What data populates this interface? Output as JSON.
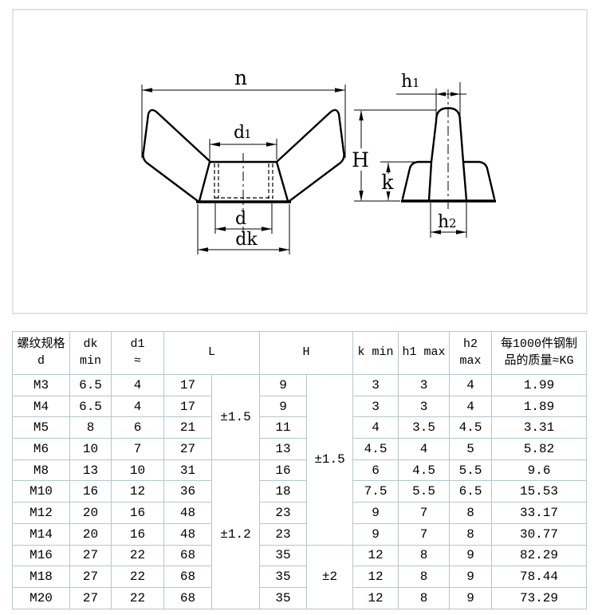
{
  "diagram": {
    "border_color": "#c9c9c9",
    "line_color": "#000000",
    "front_view": {
      "labels": {
        "n": "n",
        "d1_base": "d",
        "d1_sub": "1",
        "d": "d",
        "dk": "dk"
      }
    },
    "side_view": {
      "labels": {
        "H": "H",
        "k": "k",
        "h1_base": "h",
        "h1_sub": "1",
        "h2_base": "h",
        "h2_sub": "2"
      }
    }
  },
  "table": {
    "border_color": "#b4c6d2",
    "text_color": "#000000",
    "headers": {
      "thread_spec": "螺纹规格\nd",
      "dk_min": "dk\nmin",
      "d1_approx": "d1\n≈",
      "L": "L",
      "H": "H",
      "k_min": "k min",
      "h1_max": "h1 max",
      "h2_max": "h2 max",
      "weight": "每1000件钢制\n品的质量≈KG"
    },
    "rows": [
      [
        "M3",
        "6.5",
        "4",
        "17",
        "9",
        "3",
        "3",
        "4",
        "1.99"
      ],
      [
        "M4",
        "6.5",
        "4",
        "17",
        "9",
        "3",
        "3",
        "4",
        "1.89"
      ],
      [
        "M5",
        "8",
        "6",
        "21",
        "11",
        "4",
        "3.5",
        "4.5",
        "3.31"
      ],
      [
        "M6",
        "10",
        "7",
        "27",
        "13",
        "4.5",
        "4",
        "5",
        "5.82"
      ],
      [
        "M8",
        "13",
        "10",
        "31",
        "16",
        "6",
        "4.5",
        "5.5",
        "9.6"
      ],
      [
        "M10",
        "16",
        "12",
        "36",
        "18",
        "7.5",
        "5.5",
        "6.5",
        "15.53"
      ],
      [
        "M12",
        "20",
        "16",
        "48",
        "23",
        "9",
        "7",
        "8",
        "33.17"
      ],
      [
        "M14",
        "20",
        "16",
        "48",
        "23",
        "9",
        "7",
        "8",
        "30.77"
      ],
      [
        "M16",
        "27",
        "22",
        "68",
        "35",
        "12",
        "8",
        "9",
        "82.29"
      ],
      [
        "M18",
        "27",
        "22",
        "68",
        "35",
        "12",
        "8",
        "9",
        "78.44"
      ],
      [
        "M20",
        "27",
        "22",
        "68",
        "35",
        "12",
        "8",
        "9",
        "73.29"
      ]
    ],
    "l_tolerance": [
      {
        "start": 0,
        "rows": 4,
        "label": "±1.5"
      },
      {
        "start": 4,
        "rows": 7,
        "label": "±1.2"
      }
    ],
    "h_tolerance": [
      {
        "start": 0,
        "rows": 8,
        "label": "±1.5"
      },
      {
        "start": 8,
        "rows": 3,
        "label": "±2"
      }
    ]
  }
}
